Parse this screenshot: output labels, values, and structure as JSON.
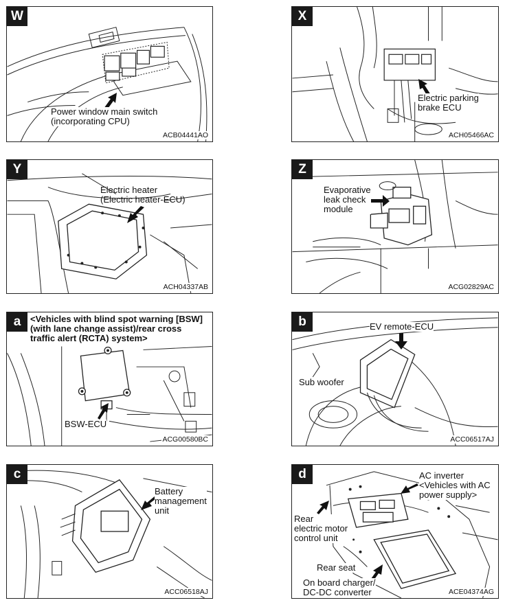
{
  "panels": [
    {
      "id": "W",
      "code": "ACB04441AO",
      "labels": [
        "Power window main switch",
        "(incorporating CPU)"
      ]
    },
    {
      "id": "X",
      "code": "ACH05466AC",
      "labels": [
        "Electric parking",
        "brake ECU"
      ]
    },
    {
      "id": "Y",
      "code": "ACH04337AB",
      "labels": [
        "Electric heater",
        "(Electric heater-ECU)"
      ]
    },
    {
      "id": "Z",
      "code": "ACG02829AC",
      "labels": [
        "Evaporative",
        "leak check",
        "module"
      ]
    },
    {
      "id": "a",
      "code": "ACG00580BC",
      "header": [
        "<Vehicles with blind spot warning [BSW]",
        "(with lane change assist)/rear cross",
        "traffic alert (RCTA) system>"
      ],
      "labels": [
        "BSW-ECU"
      ]
    },
    {
      "id": "b",
      "code": "ACC06517AJ",
      "labels": [
        "EV remote-ECU",
        "Sub woofer"
      ]
    },
    {
      "id": "c",
      "code": "ACC06518AJ",
      "labels": [
        "Battery",
        "management",
        "unit"
      ]
    },
    {
      "id": "d",
      "code": "ACE04374AG",
      "labels": [
        "AC inverter",
        "<Vehicles with AC",
        "power supply>",
        "Rear",
        "electric motor",
        "control unit",
        "Rear seat",
        "On board charger/",
        "DC-DC converter"
      ]
    }
  ]
}
